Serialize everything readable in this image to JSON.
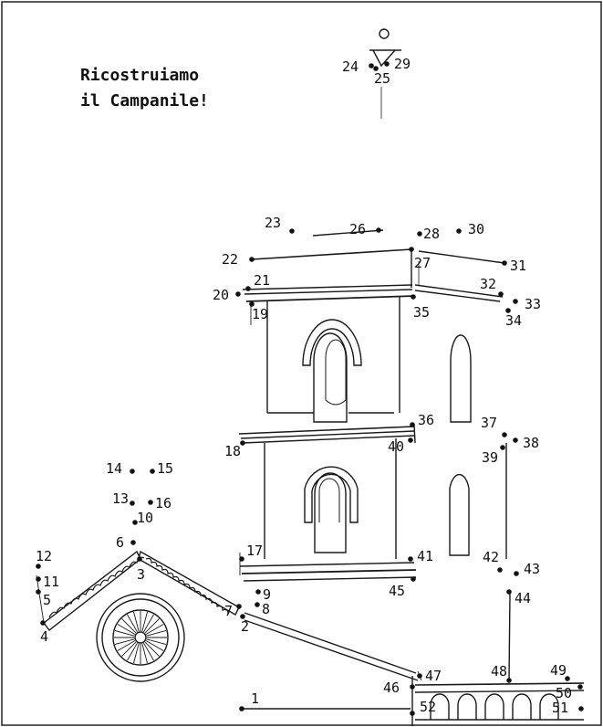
{
  "worksheet": {
    "title_line1": "Ricostruiamo",
    "title_line2": "il Campanile!",
    "line_color": "#1a1a1a",
    "point_labels": [
      "1",
      "2",
      "3",
      "4",
      "5",
      "6",
      "7",
      "8",
      "9",
      "10",
      "11",
      "12",
      "13",
      "14",
      "15",
      "16",
      "17",
      "18",
      "19",
      "20",
      "21",
      "22",
      "23",
      "24",
      "25",
      "26",
      "27",
      "28",
      "29",
      "30",
      "31",
      "32",
      "33",
      "34",
      "35",
      "36",
      "37",
      "38",
      "39",
      "40",
      "41",
      "42",
      "43",
      "44",
      "45",
      "46",
      "47",
      "48",
      "49",
      "50",
      "51",
      "52"
    ],
    "illustration": "dot-to-dot bell tower and church facade"
  }
}
